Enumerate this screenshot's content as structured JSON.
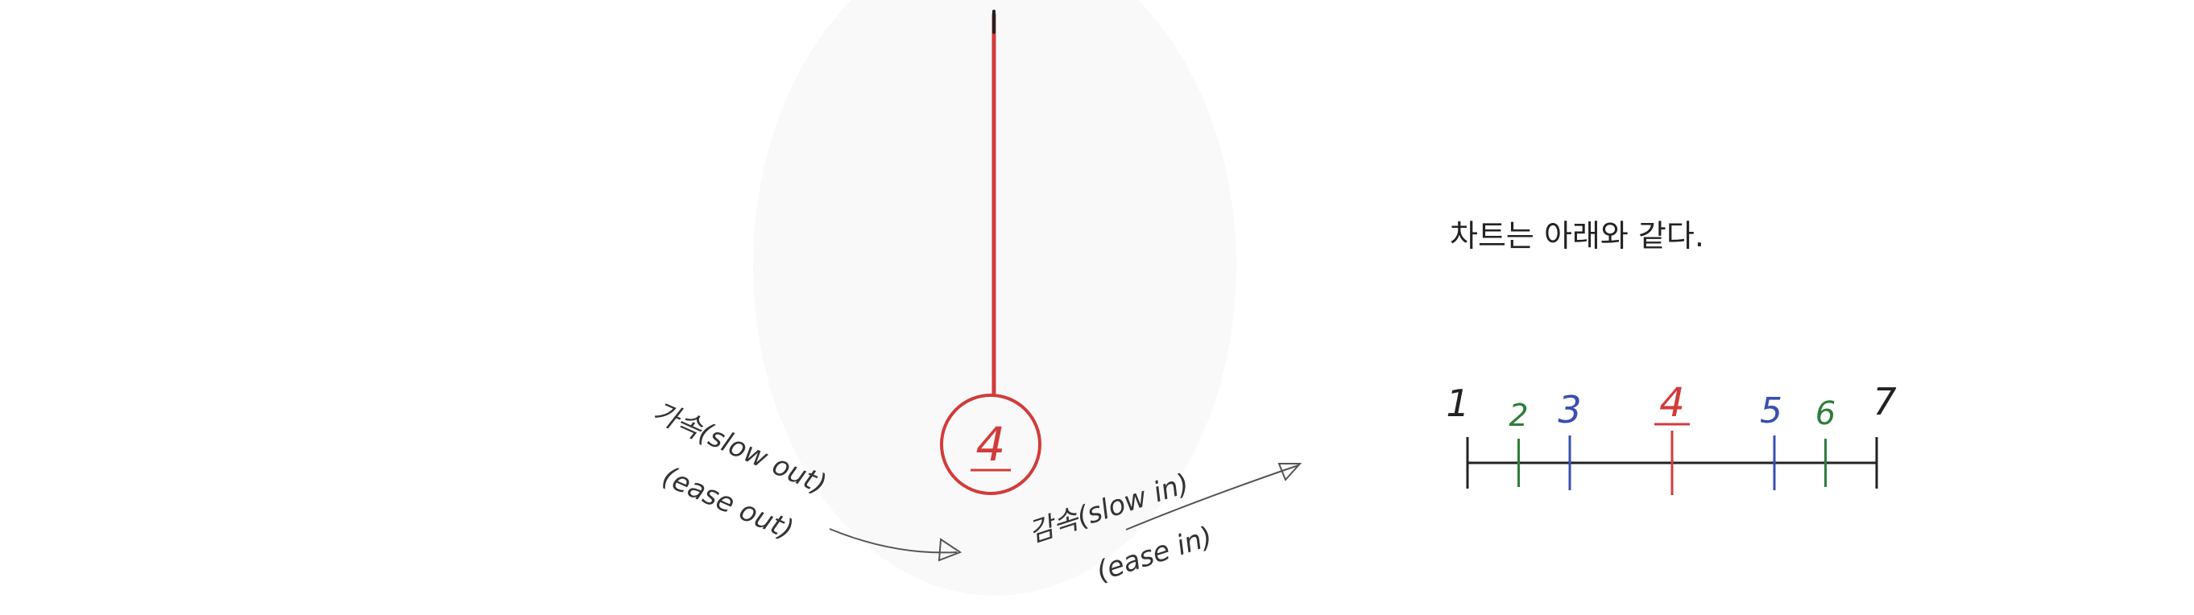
{
  "pendulum": {
    "ball_label": "4",
    "left_annotation": {
      "line1": "가속(slow out)",
      "line2": "(ease out)"
    },
    "right_annotation": {
      "line1": "감속(slow in)",
      "line2": "(ease in)"
    }
  },
  "caption": "차트는 아래와 같다.",
  "chart": {
    "ticks": [
      {
        "label": "1",
        "position": 0.0
      },
      {
        "label": "2",
        "position": 0.125
      },
      {
        "label": "3",
        "position": 0.25
      },
      {
        "label": "4",
        "position": 0.5
      },
      {
        "label": "5",
        "position": 0.75
      },
      {
        "label": "6",
        "position": 0.875
      },
      {
        "label": "7",
        "position": 1.0
      }
    ]
  },
  "colors": {
    "red": "#d23b3b",
    "blue": "#3a4fb0",
    "green": "#2f7d3a",
    "black": "#222222",
    "gray": "#555555"
  }
}
